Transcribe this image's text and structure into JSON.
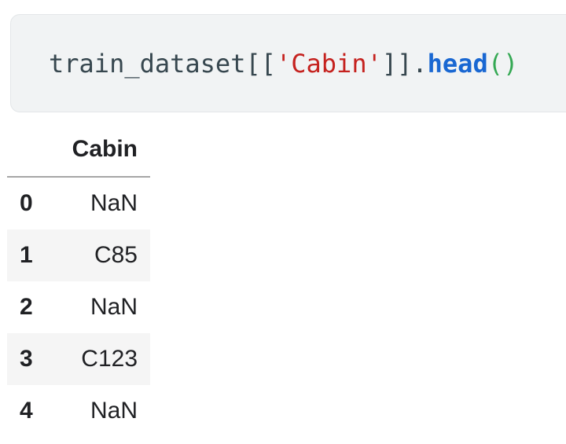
{
  "code_cell": {
    "full_code": "train_dataset[['Cabin']].head()",
    "tokens": [
      {
        "text": "train_dataset[[",
        "type": "plain"
      },
      {
        "text": "'Cabin'",
        "type": "string"
      },
      {
        "text": "]].",
        "type": "plain"
      },
      {
        "text": "head",
        "type": "function"
      },
      {
        "text": "()",
        "type": "bracket"
      }
    ]
  },
  "output_table": {
    "index_header": "",
    "columns": [
      "Cabin"
    ],
    "rows": [
      {
        "index": "0",
        "cabin": "NaN"
      },
      {
        "index": "1",
        "cabin": "C85"
      },
      {
        "index": "2",
        "cabin": "NaN"
      },
      {
        "index": "3",
        "cabin": "C123"
      },
      {
        "index": "4",
        "cabin": "NaN"
      }
    ]
  },
  "colors": {
    "cell_background": "#f1f3f4",
    "code_plain": "#37474f",
    "code_string": "#c5221f",
    "code_function": "#1967d2",
    "code_bracket": "#34a853",
    "table_text": "#202124",
    "table_stripe": "#f5f5f5",
    "header_divider": "#a6a6a6"
  }
}
